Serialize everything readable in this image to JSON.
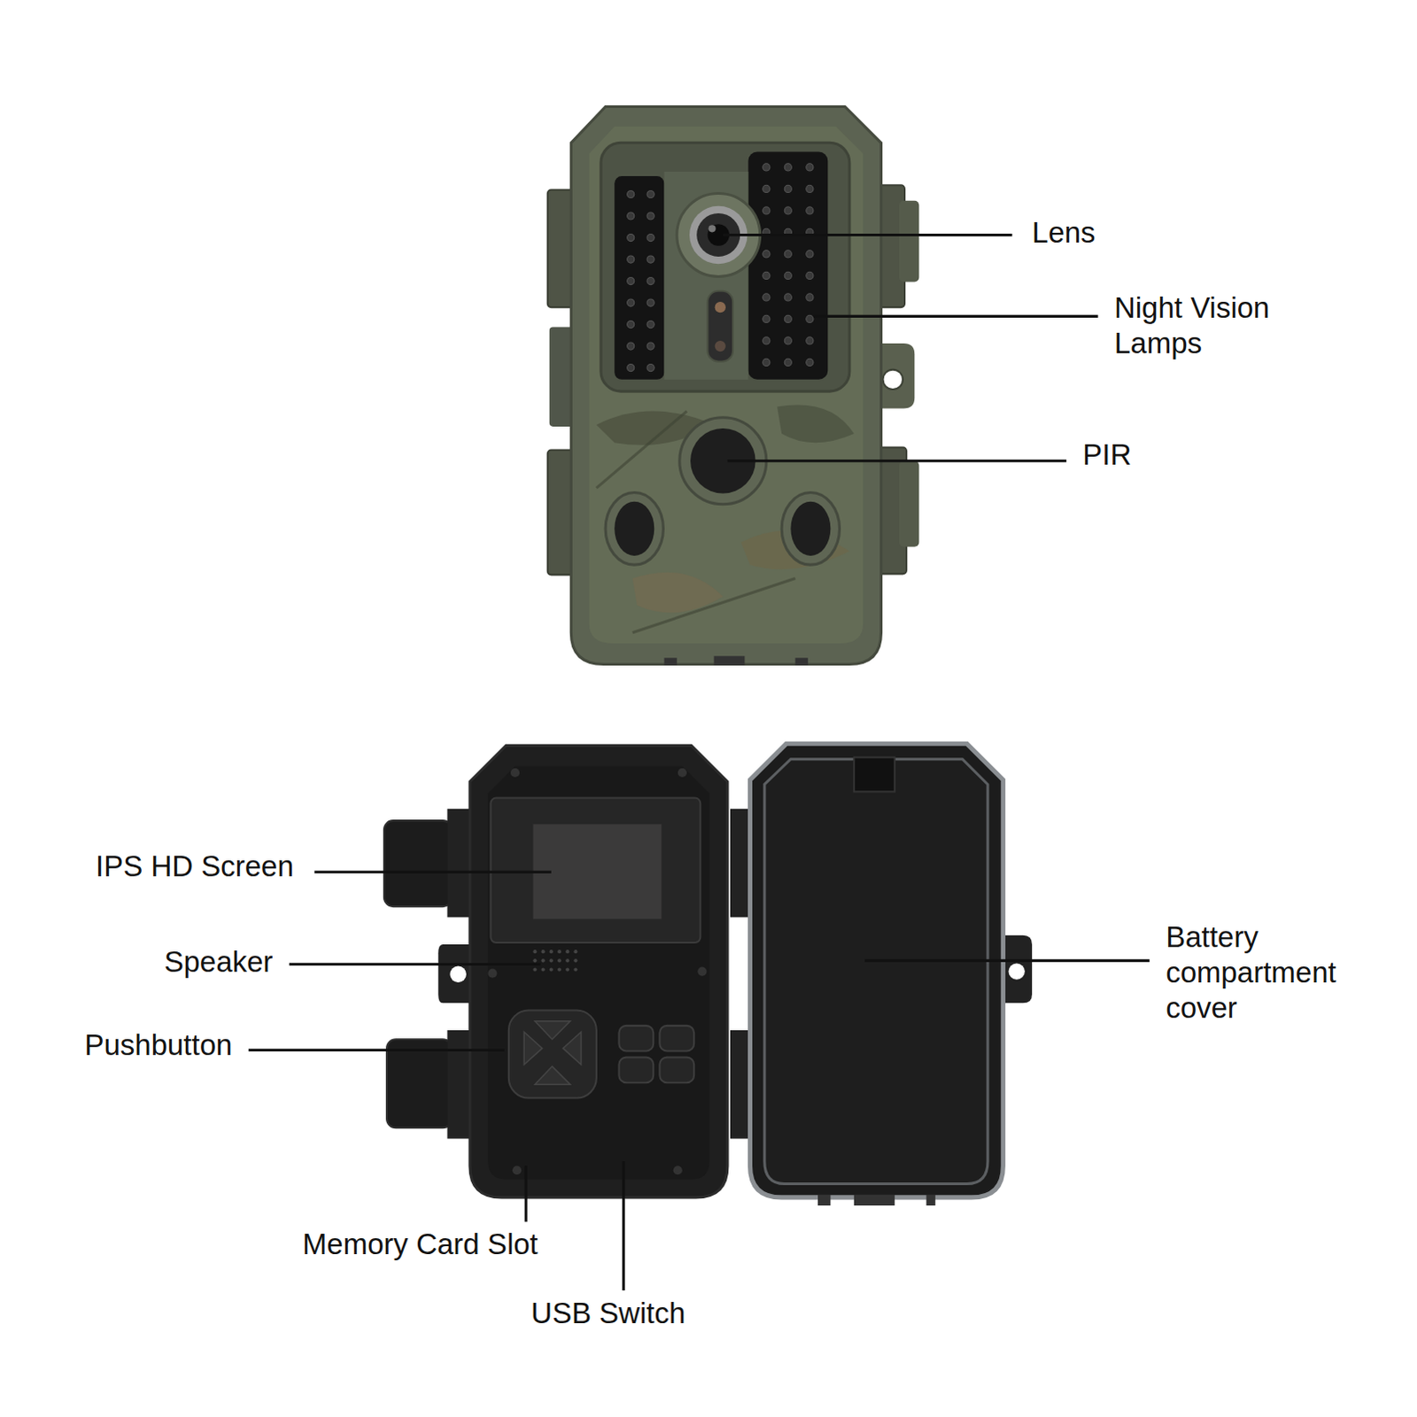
{
  "diagram": {
    "labels": [
      "Lens",
      "Night Vision Lamps",
      "PIR",
      "IPS HD Screen",
      "Speaker",
      "Pushbutton",
      "Memory Card Slot",
      "USB Switch",
      "Battery compartment cover"
    ]
  }
}
